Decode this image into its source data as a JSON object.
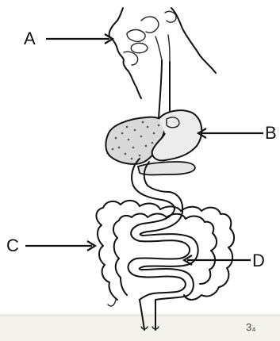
{
  "labels": {
    "a": "A",
    "b": "B",
    "c": "C",
    "d": "D"
  },
  "page_mark": "3₄"
}
